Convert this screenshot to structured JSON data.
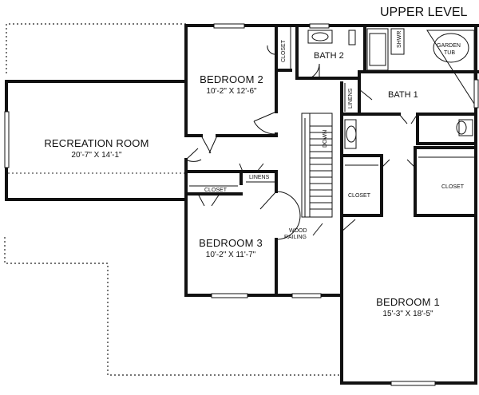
{
  "plan": {
    "title": "UPPER LEVEL",
    "rooms": [
      {
        "name": "RECREATION ROOM",
        "size": "20'-7\" X 14'-1\""
      },
      {
        "name": "BEDROOM 2",
        "size": "10'-2\" X 12'-6\""
      },
      {
        "name": "BEDROOM 3",
        "size": "10'-2\" X 11'-7\""
      },
      {
        "name": "BEDROOM 1",
        "size": "15'-3\" X 18'-5\""
      }
    ],
    "labels": {
      "bath2": "BATH 2",
      "bath1": "BATH 1",
      "closet_bed2": "CLOSET",
      "closet_bed3": "CLOSET",
      "closet_b1_left": "CLOSET",
      "closet_b1_right": "CLOSET",
      "linens_hall": "LINENS",
      "linens_bath": "LINENS",
      "shower": "SHWR",
      "garden_tub_1": "GARDEN",
      "garden_tub_2": "TUB",
      "stair": "DOWN",
      "railing_1": "WOOD",
      "railing_2": "RAILING"
    }
  }
}
